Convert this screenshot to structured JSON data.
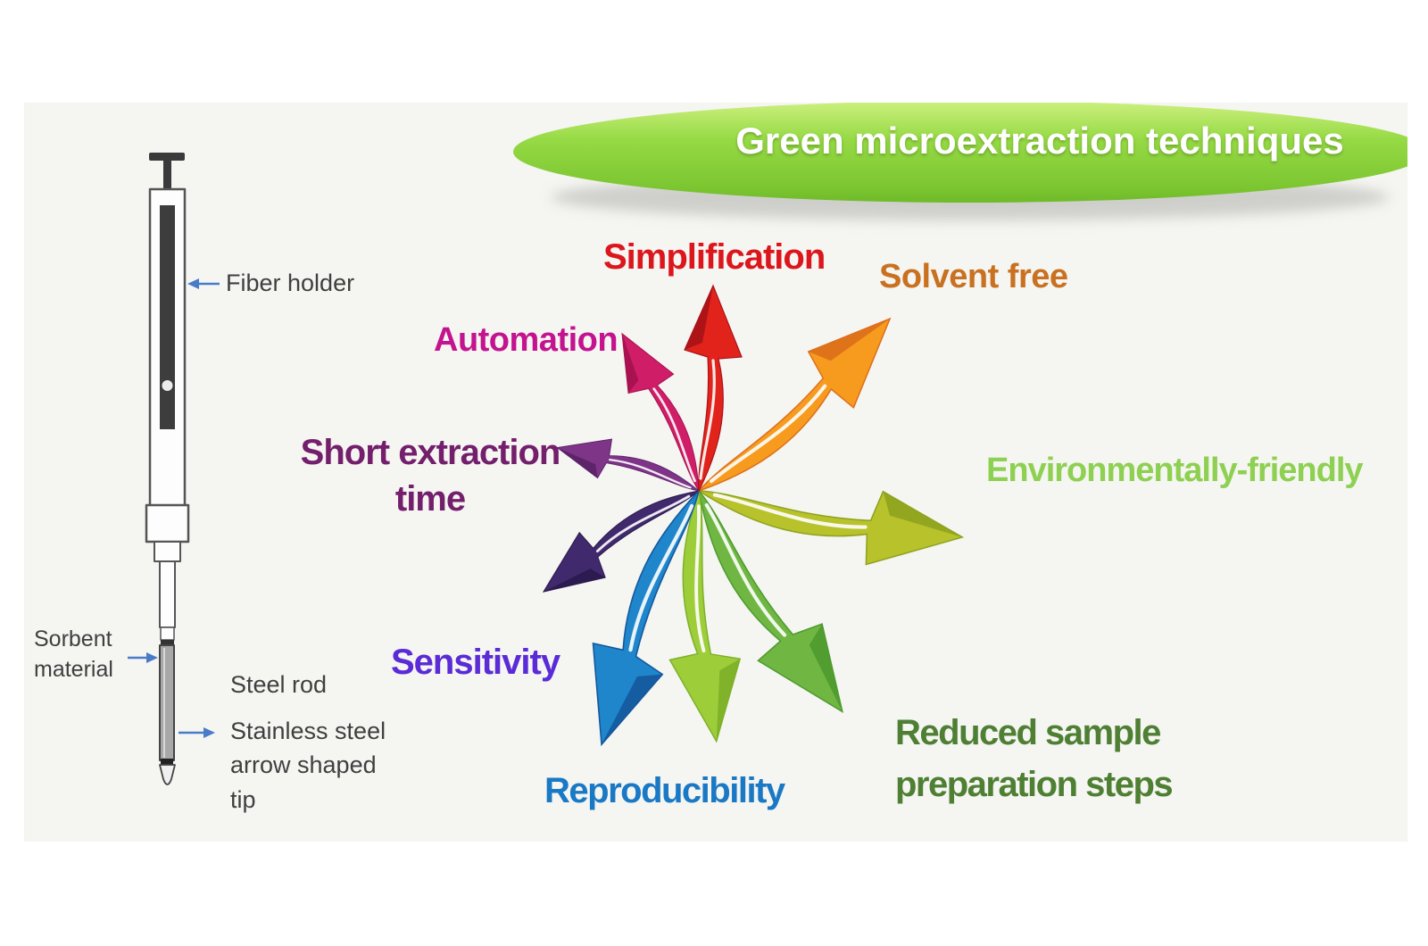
{
  "banner": {
    "title": "Green microextraction techniques",
    "text_color": "#ffffff",
    "fill_top": "#cdf07e",
    "fill_mid": "#96da45",
    "fill_bottom": "#6fba29"
  },
  "device": {
    "labels": {
      "fiber_holder": "Fiber holder",
      "sorbent_material": "Sorbent material",
      "steel_rod": "Steel rod",
      "stainless_tip": "Stainless steel arrow shaped tip"
    },
    "text_color": "#3f3f3f",
    "annotation_arrow_color": "#4a7bc8"
  },
  "pinwheel": {
    "labels": {
      "simplification": {
        "text": "Simplification",
        "color": "#dc161d"
      },
      "solvent_free": {
        "text": "Solvent free",
        "color": "#c97120"
      },
      "automation": {
        "text": "Automation",
        "color": "#c3138f"
      },
      "short_extraction_time": {
        "text": "Short extraction time",
        "color": "#731f6c"
      },
      "sensitivity": {
        "text": "Sensitivity",
        "color": "#5a2bd6"
      },
      "reproducibility": {
        "text": "Reproducibility",
        "color": "#1a79c5"
      },
      "reduced_sample": {
        "text": "Reduced sample preparation steps",
        "color": "#4e7f33"
      },
      "environmentally_friendly": {
        "text": "Environmentally-friendly",
        "color": "#8ed051"
      }
    },
    "arrows": [
      {
        "name": "environmentally-friendly-arrow",
        "color": "#b8c22b",
        "dark": "#8fa31f",
        "angle": 96,
        "scale": 1.3
      },
      {
        "name": "reduced-sample-arrow",
        "color": "#6fb742",
        "dark": "#4f9a2e",
        "angle": 143,
        "scale": 1.28
      },
      {
        "name": "reduced-sample-arrow-2",
        "color": "#9ecd3a",
        "dark": "#7cb028",
        "angle": 172,
        "scale": 1.22
      },
      {
        "name": "solvent-free-arrow",
        "color": "#f69b1e",
        "dark": "#dd6f1a",
        "angle": 44,
        "scale": 1.25
      },
      {
        "name": "automation-arrow",
        "color": "#d01d68",
        "dark": "#a3124e",
        "angle": 330,
        "scale": 0.85
      },
      {
        "name": "short-extraction-time-arrow",
        "color": "#7e3487",
        "dark": "#5a2266",
        "angle": 283,
        "scale": 0.72
      },
      {
        "name": "sensitivity-arrow",
        "color": "#41296d",
        "dark": "#2a1a4c",
        "angle": 233,
        "scale": 0.9
      },
      {
        "name": "reproducibility-arrow",
        "color": "#1f86cc",
        "dark": "#14589c",
        "angle": 197,
        "scale": 1.32
      },
      {
        "name": "simplification-arrow",
        "color": "#e2231c",
        "dark": "#a81317",
        "angle": 0,
        "scale": 1.0
      }
    ]
  }
}
